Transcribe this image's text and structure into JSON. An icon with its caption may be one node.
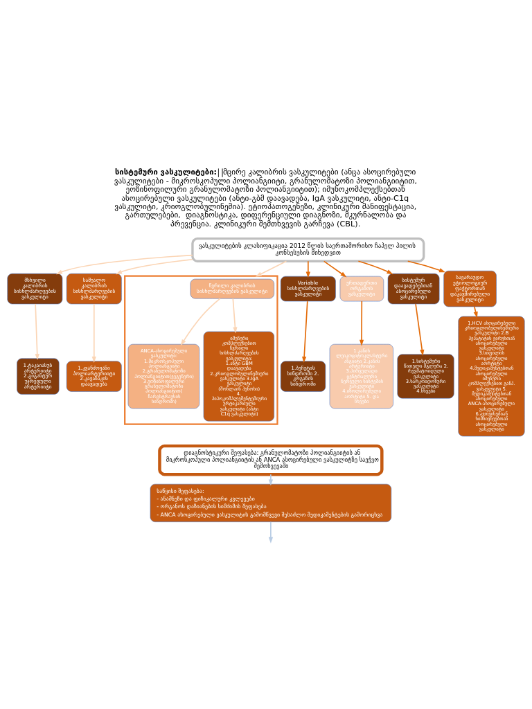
{
  "diagram": {
    "title": "**სისტემური ვასკულიტები:** მცირე კალიბრის ვასკულიტები (ანცა ასოცირებული ვასკულიტები - მიკროსკოპული პოლიანგიიტი, გრანულომატოზი პოლიანგიიტით, ეოზინოფილური გრანულომატოზი პოლიანგიიტით); იმუნოკომპლექსებთან ასოცირებული ვასკულიტები (ანტი-გბმ დაავადება, IgA ვასკულიტი, ანტი-C1q ვასკულიტი, კრიოგლობულინემია). ეტიოპათოგენეზი, კლინიკური მანიფესტაცია, გართულებები,  დიაგნოსტიკა, დიფერენციული დიაგნოზი, მკურნალობა და პრევენცია. კლინიკური შემთხვევის გარჩევა (CBL).",
    "nodes": [
      {
        "text": [
          "ვასკულიტების კლასიფიკაცია 2012 წლის საერთაშორისო ჩაპელ ჰილის კონსესუსის მიხედვით"
        ]
      },
      {
        "text": [
          "მსხვილი კალიბრის სისხლძარღვების ვასკულიტი"
        ]
      },
      {
        "text": [
          "საშუალო კალიბრის სისხლძარღვების ვასკულიტი"
        ]
      },
      {
        "text": [],
        "shape": "box"
      },
      {
        "text": [
          "წვრილი კალიბრის სისხლძარღვების ვასკულიტი"
        ],
        "in": 3
      },
      {
        "text": [
          "Variable სისხლძარღვების ვასკულიტი"
        ]
      },
      {
        "text": [
          "ერთადერთი ორგანოს ვასკულიტი"
        ]
      },
      {
        "text": [
          "სისტემურ დაავადებებთან ასოცირებული ვასკულიტი"
        ]
      },
      {
        "text": [
          "სავარაუდო ეტიოლოგიურ ფაქტორთან დაკავშირებული ვასკულიტი"
        ]
      },
      {
        "text": [
          "1.ტაკაიასუს არტერიიტი 2.გიგანტურ უჯრედული არტერიიტი"
        ]
      },
      {
        "text": [
          "1.კვანძოვანი პოლიარტერიიტი 2.კავასაკის დაავადება"
        ]
      },
      {
        "text": [
          "ANCA-ასოცირებული ვასკულიტი: 1.მიკროსკოპული პოლიანგიიტი 2.გრანულომატოზი პოლიანგიიტით(ვეგენერი) 3.ეოზინოფილური გრანულომატოზი პოლიანგიიტით( ჩარგსტრაუსის სინდრომი)"
        ],
        "in": 3
      },
      {
        "text": [
          "იმუნური კომპლექსებით წვრილი სისხლძარღვების ვასკულიტი: 1.ანტი GBM დაავადება 2.კრიოგლობულინემიური ვასკულიტი 3.IgA ვასკულიტი (შონლაინ ჰენოხი) 4. ჰიპოკომპლემენტემიური ურტიკარიული ვასკულიტი (ანტი C1q ვასკულიტი)"
        ],
        "in": 3
      },
      {
        "text": [
          "1.ბეჩეტის სინდრომი 2. კოგანის სინდრომი"
        ]
      },
      {
        "text": [
          "1.კანის ლეიკოციტოკლასტური ანგიიტი 2.კანის არტერიიტი 3.პირველადი ცენტრალური ნერვული სისტემის ვასკულიტი 4.იზოლირებული აორტიტი 5. და სხვები"
        ]
      },
      {
        "text": [
          "1.სისტემური წითელი მგლურა 2. რევმატოიდული ვასკულიტი 3.სარკოიდოზური ვასკულიტი 4.სხვები"
        ]
      },
      {
        "text": [
          "1.HCV ასოცირებული კრიოგლობულინემიური ვასკულიტი 2.B ჰეპატიტის ვირუსთან ასოცირებული ვასკულიტი 3.სიფილის ასოცირებული აორტიტი 4.მედიკამენტებთან ასოცირებული იმუნური კომპლექსებით განპ. ვასკულიტი 5. მედიკამენტებთან ასოცირებული ANCA-ასოცირებული ვასკულიტი 6.ავთვისებიან სიმსივნეებთან ასოცირებული ვასკულიტი"
        ]
      },
      {
        "text": [
          "დიაგნოსტიკური შეფასება: გრანულომატოზი პოლიანგიიტის ან მიკროსკოპული პოლიანგიიტის ან ANCA ასოცირებული ვასკულიტზე საეჭვო შემთხვევაში"
        ]
      },
      {
        "text": [
          "საწყისი შეფასება:",
          "- ანამნეზი და ფიზიკალური კვლევები",
          "- ორგანოს დაზიანების სიმძიმის შეფასება",
          "- ANCA ასოცირებული ვასკულიტის გამომწვევი შესაძლო მედიკამენტების გამორიცხვა"
        ]
      }
    ],
    "edges": [
      {
        "from": 0,
        "to": 1,
        "arrow": "to",
        "color": "#fbd5b5"
      },
      {
        "from": 0,
        "to": 2,
        "arrow": "to",
        "color": "#fbd5b5"
      },
      {
        "from": 0,
        "to": 3,
        "arrow": "to",
        "color": "#fbd5b5"
      },
      {
        "from": 0,
        "to": 5,
        "arrow": "to"
      },
      {
        "from": 0,
        "to": 6,
        "arrow": "to"
      },
      {
        "from": 0,
        "to": 7,
        "arrow": "to"
      },
      {
        "from": 0,
        "to": 8,
        "arrow": "to"
      },
      {
        "from": 1,
        "to": 9,
        "arrow": "to",
        "color": "#fbd5b5"
      },
      {
        "from": 2,
        "to": 10,
        "arrow": "to",
        "color": "#fbd5b5"
      },
      {
        "from": 4,
        "to": 11,
        "arrow": "to",
        "color": "#fbd5b5"
      },
      {
        "from": 4,
        "to": 12,
        "arrow": "to",
        "color": "#fbd5b5"
      },
      {
        "from": 5,
        "to": 13,
        "arrow": "to"
      },
      {
        "from": 6,
        "to": 14,
        "arrow": "to"
      },
      {
        "from": 7,
        "to": 15,
        "arrow": "to"
      },
      {
        "from": 8,
        "to": 16,
        "arrow": "to"
      },
      {
        "from": 17,
        "to": 18,
        "arrow": "to",
        "color": "#b8cce4"
      },
      {
        "from": 18,
        "to": null,
        "arrow": "to",
        "color": "#b8cce4"
      }
    ]
  }
}
